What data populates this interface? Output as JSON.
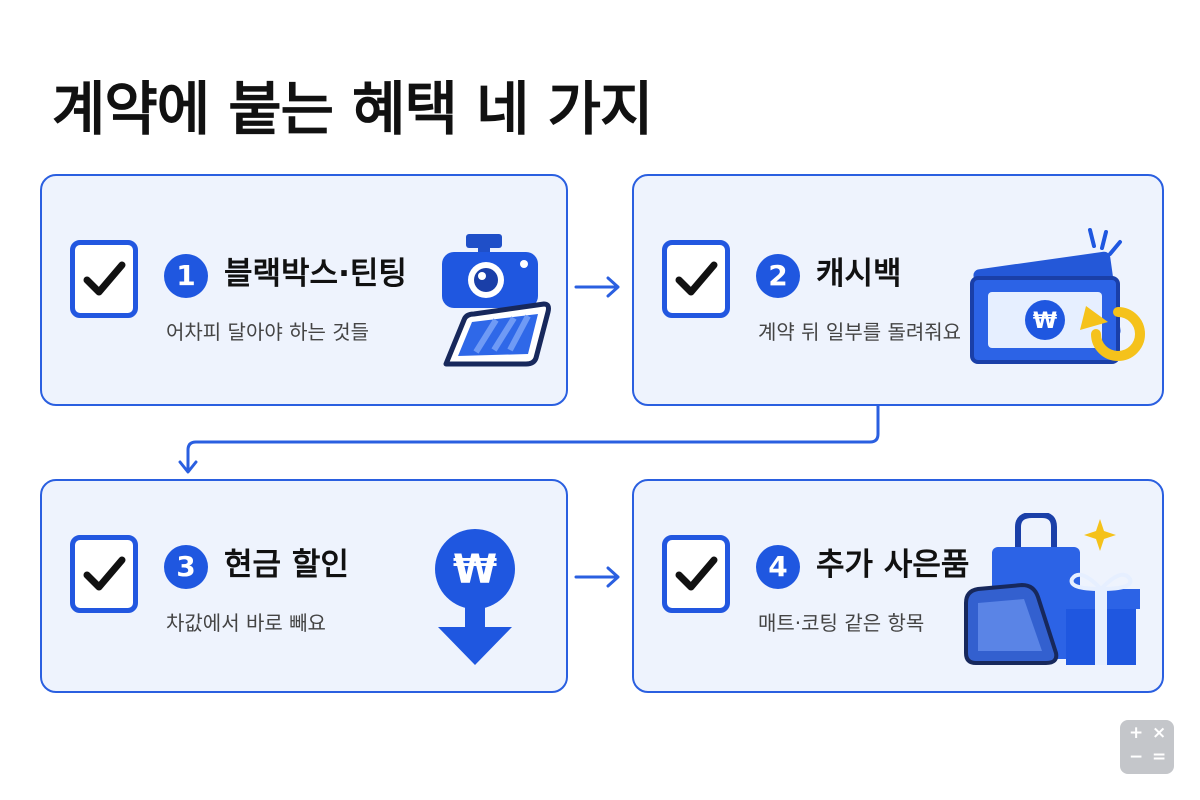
{
  "title": "계약에 붙는 혜택 네 가지",
  "colors": {
    "accent": "#2a5fe0",
    "card_bg": "#eef3fd",
    "highlight": "#f5c21b"
  },
  "cards": [
    {
      "number": "1",
      "title": "블랙박스·틴팅",
      "subtitle": "어차피 달아야 하는 것들",
      "icon": "dashcam-tint-icon"
    },
    {
      "number": "2",
      "title": "캐시백",
      "subtitle": "계약 뒤 일부를 돌려줘요",
      "icon": "cashback-icon"
    },
    {
      "number": "3",
      "title": "현금 할인",
      "subtitle": "차값에서 바로 빼요",
      "icon": "won-discount-icon"
    },
    {
      "number": "4",
      "title": "추가 사은품",
      "subtitle": "매트·코팅 같은 항목",
      "icon": "gift-icon"
    }
  ],
  "won_symbol": "₩",
  "calculator_symbols": [
    "+",
    "×",
    "−",
    "="
  ]
}
